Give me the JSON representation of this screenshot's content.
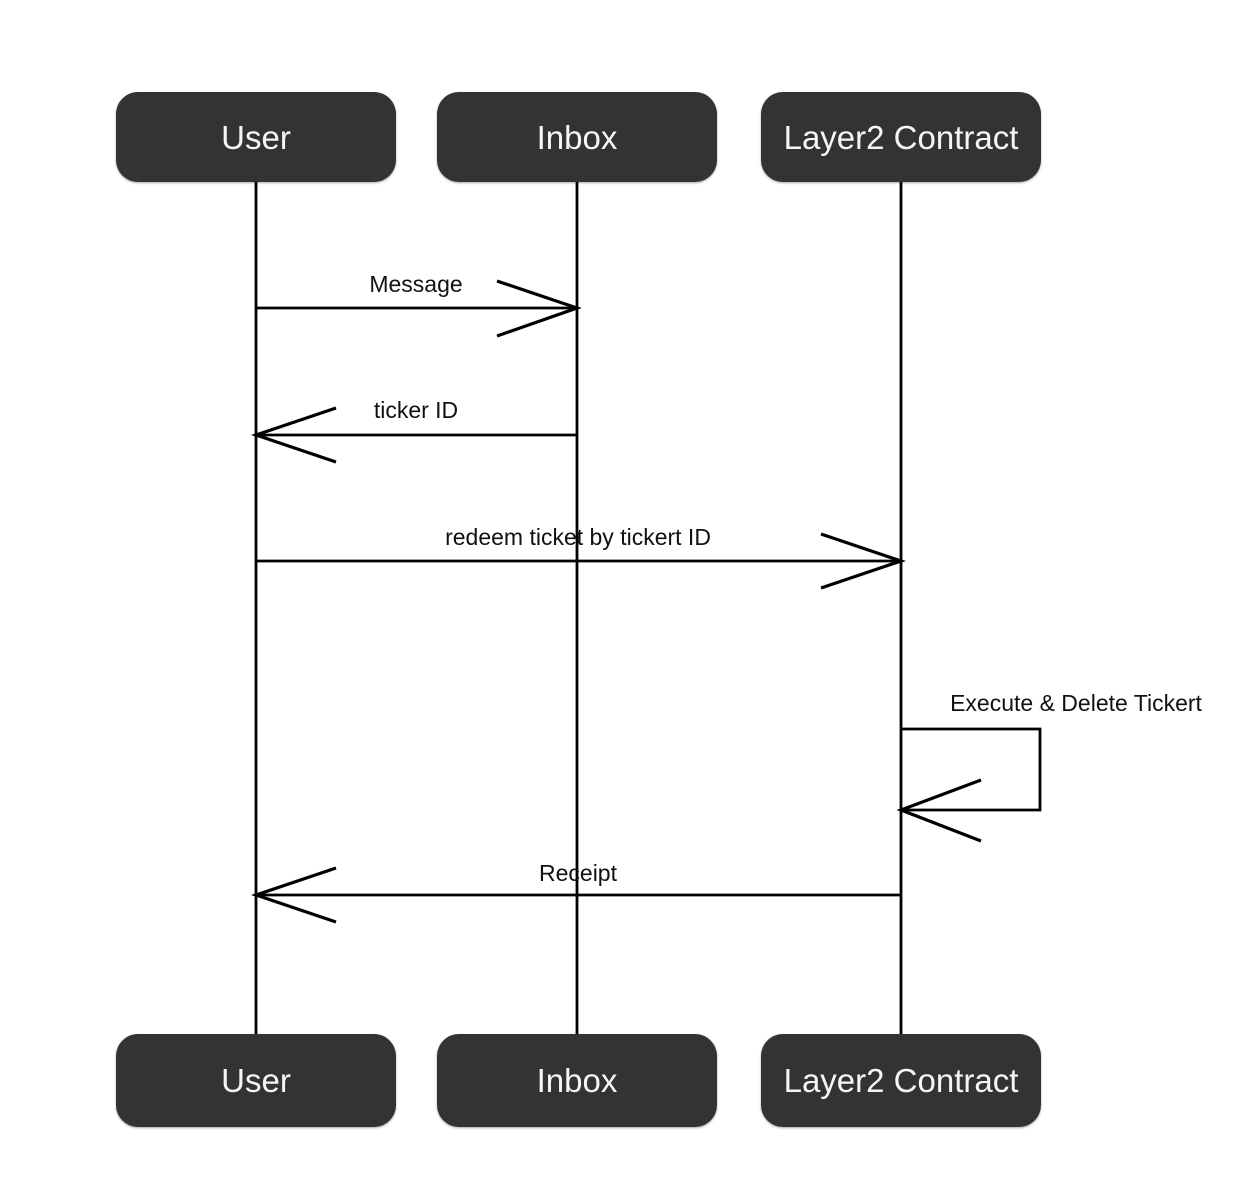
{
  "diagram_type": "uml-sequence-diagram",
  "actors": [
    {
      "name": "User"
    },
    {
      "name": "Inbox"
    },
    {
      "name": "Layer2 Contract"
    }
  ],
  "messages": [
    {
      "label": "Message",
      "from": "User",
      "to": "Inbox",
      "direction": "right"
    },
    {
      "label": "ticker ID",
      "from": "Inbox",
      "to": "User",
      "direction": "left"
    },
    {
      "label": "redeem ticket by tickert ID",
      "from": "User",
      "to": "Layer2 Contract",
      "direction": "right"
    },
    {
      "label": "Execute & Delete Tickert",
      "from": "Layer2 Contract",
      "to": "Layer2 Contract",
      "direction": "self"
    },
    {
      "label": "Receipt",
      "from": "Layer2 Contract",
      "to": "User",
      "direction": "left"
    }
  ],
  "colors": {
    "actor_fill": "#333333",
    "actor_text": "#f5f5f5",
    "line": "#000000",
    "background": "#ffffff"
  }
}
